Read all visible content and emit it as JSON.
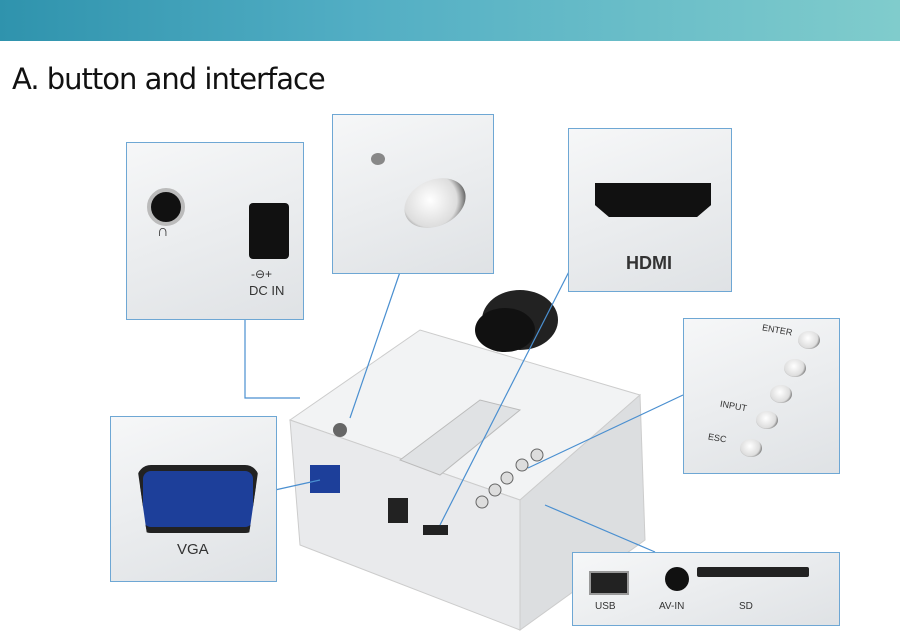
{
  "header": {
    "title": "A. button and interface"
  },
  "panels": {
    "power_dc": {
      "dc_polarity": "-⊖+",
      "dc_label": "DC IN",
      "headphone_symbol": "∩"
    },
    "hdmi": {
      "label": "HDMI"
    },
    "buttons": {
      "enter": "ENTER",
      "input": "INPUT",
      "esc": "ESC"
    },
    "vga": {
      "label": "VGA"
    },
    "ports": {
      "usb": "USB",
      "av_in": "AV-IN",
      "sd": "SD"
    }
  },
  "colors": {
    "banner_start": "#2f93ad",
    "banner_end": "#80cccc",
    "callout": "#4a8fd0"
  }
}
